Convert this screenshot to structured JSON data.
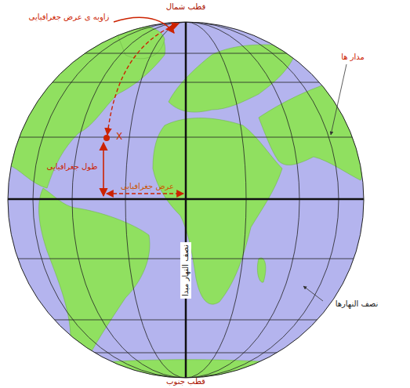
{
  "diagram": {
    "labels": [
      "قطب شمال",
      "زاویه ی عرض جغرافیایی",
      "مدار ها",
      "X",
      "طول جغرافیایی",
      "عرض جغرافیایی",
      "نصف النهار مبدا",
      "نصف النهارها",
      "قطب جنوب"
    ]
  }
}
